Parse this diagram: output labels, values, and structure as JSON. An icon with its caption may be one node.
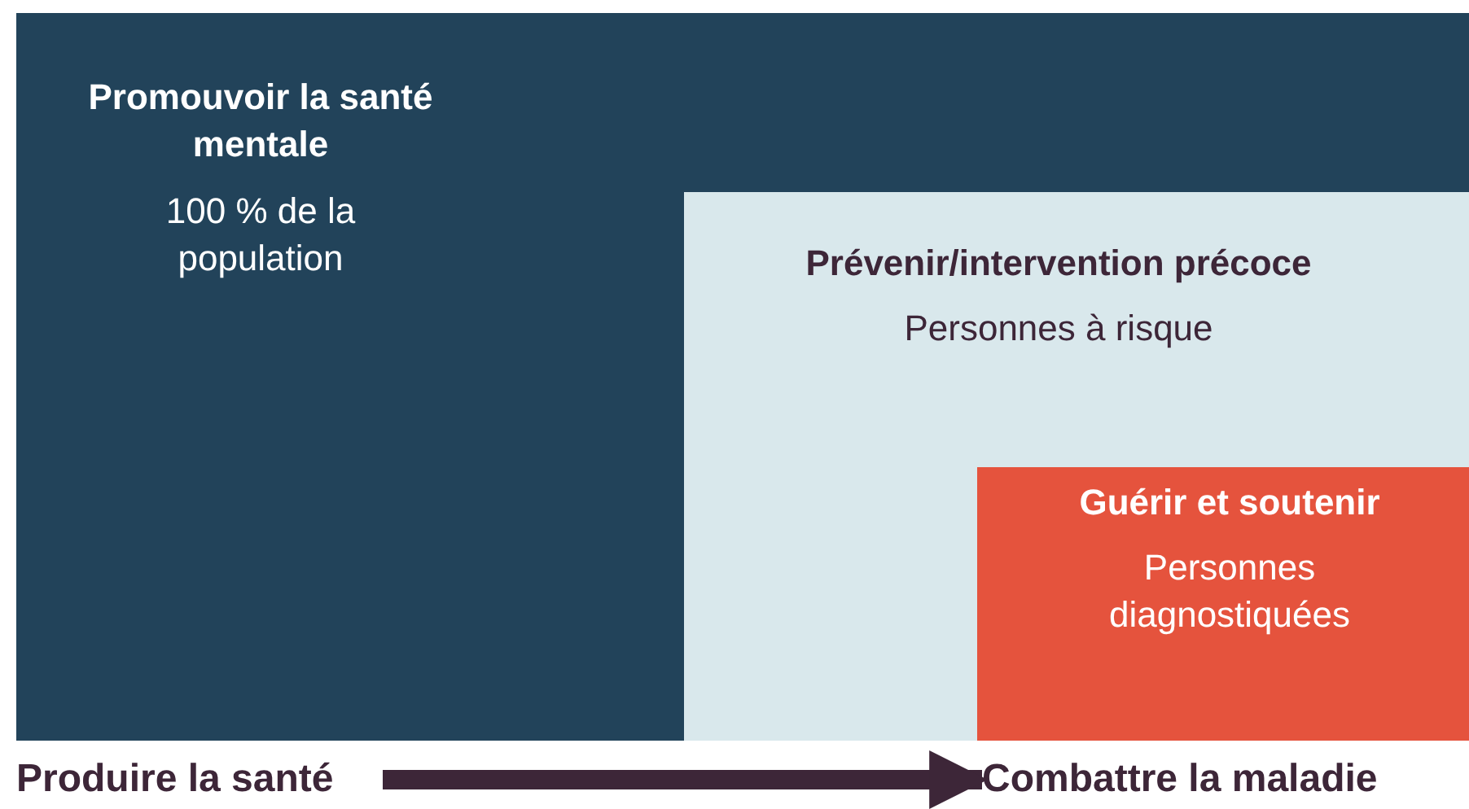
{
  "diagram": {
    "nodes": [
      {
        "text": [
          "Promouvoir la santé mentale",
          "100 % de la population"
        ]
      },
      {
        "text": [
          "Prévenir/intervention précoce",
          "Personnes à risque"
        ],
        "in": 0
      },
      {
        "text": [
          "Guérir et soutenir",
          "Personnes diagnostiquées"
        ],
        "in": 1
      },
      {
        "text": [
          "Produire la santé"
        ]
      },
      {
        "text": [
          "Combattre la maladie"
        ]
      }
    ],
    "edges": [
      {
        "from": 3,
        "to": 4,
        "arrow": "to"
      }
    ]
  }
}
